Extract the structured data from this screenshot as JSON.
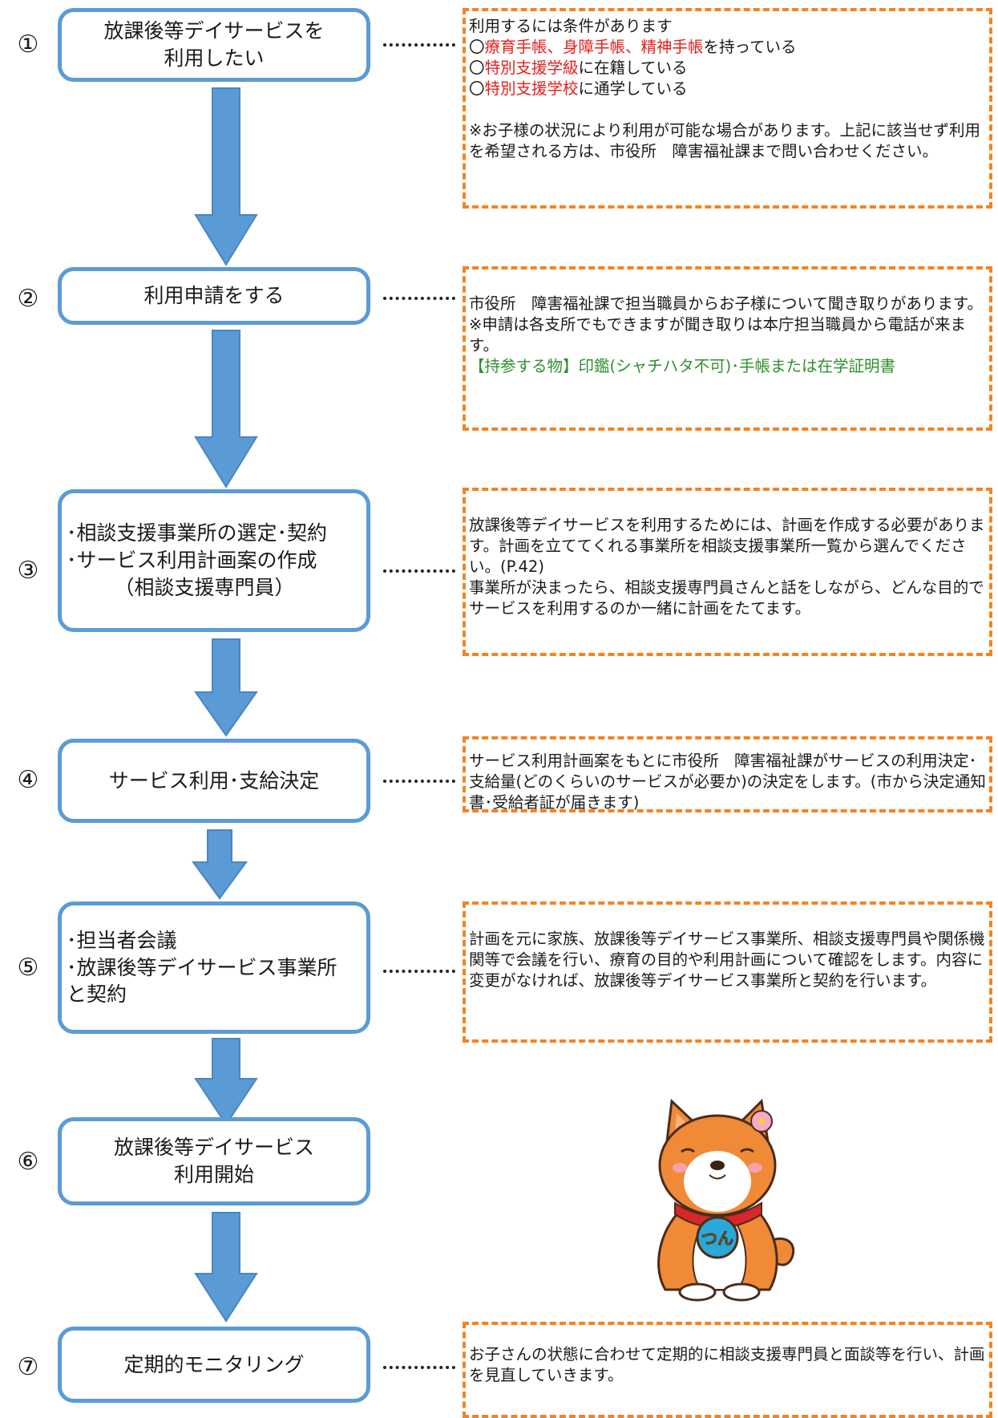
{
  "steps": [
    {
      "num": "①",
      "lines": [
        "放課後等デイサービスを",
        "利用したい"
      ]
    },
    {
      "num": "②",
      "lines": [
        "利用申請をする"
      ]
    },
    {
      "num": "③",
      "lines": [
        "･相談支援事業所の選定･契約",
        "･サービス利用計画案の作成",
        "（相談支援専門員）"
      ]
    },
    {
      "num": "④",
      "lines": [
        "サービス利用･支給決定"
      ]
    },
    {
      "num": "⑤",
      "lines": [
        "･担当者会議",
        "･放課後等デイサービス事業所",
        "と契約"
      ]
    },
    {
      "num": "⑥",
      "lines": [
        "放課後等デイサービス",
        "利用開始"
      ]
    },
    {
      "num": "⑦",
      "lines": [
        "定期的モニタリング"
      ]
    }
  ],
  "notes": {
    "n1": {
      "intro": "利用するには条件があります",
      "c1_mark": "〇",
      "c1_red": "療育手帳、身障手帳、精神手帳",
      "c1_tail": "を持っている",
      "c2_mark": "〇",
      "c2_red": "特別支援学級",
      "c2_tail": "に在籍している",
      "c3_mark": "〇",
      "c3_red": "特別支援学校",
      "c3_tail": "に通学している",
      "remark": "※お子様の状況により利用が可能な場合があります。上記に該当せず利用を希望される方は、市役所　障害福祉課まで問い合わせください。"
    },
    "n2": {
      "line1": "市役所　障害福祉課で担当職員からお子様について聞き取りがあります。",
      "line2": "※申請は各支所でもできますが聞き取りは本庁担当職員から電話が来ます。",
      "line3": "【持参する物】印鑑(シャチハタ不可)･手帳または在学証明書"
    },
    "n3": {
      "line1": "放課後等デイサービスを利用するためには、計画を作成する必要があります。計画を立ててくれる事業所を相談支援事業所一覧から選んでください。(P.42)",
      "line2": "事業所が決まったら、相談支援専門員さんと話をしながら、どんな目的でサービスを利用するのか一緒に計画をたてます。"
    },
    "n4": {
      "line1": "サービス利用計画案をもとに市役所　障害福祉課がサービスの利用決定･支給量(どのくらいのサービスが必要か)の決定をします。(市から決定通知書･受給者証が届きます)"
    },
    "n5": {
      "line1": "計画を元に家族、放課後等デイサービス事業所、相談支援専門員や関係機関等で会議を行い、療育の目的や利用計画について確認をします。内容に変更がなければ、放課後等デイサービス事業所と契約を行います。"
    },
    "n7": {
      "line1": "お子さんの状態に合わせて定期的に相談支援専門員と面談等を行い、計画を見直していきます。"
    }
  },
  "mascot": {
    "badge_text": "つん"
  },
  "colors": {
    "box_border": "#5b9bd5",
    "arrow": "#5b9bd5",
    "note_border": "#f58220",
    "red": "#e81c1c",
    "green": "#2f8f2f"
  }
}
